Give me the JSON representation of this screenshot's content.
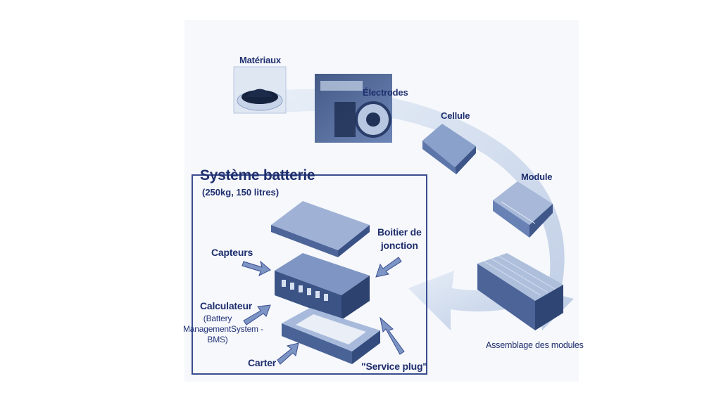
{
  "labels": {
    "materiaux": "Matériaux",
    "electrodes": "Électrodes",
    "cellule": "Cellule",
    "module": "Module",
    "assemblage": "Assemblage des modules",
    "systeme_title": "Système batterie",
    "systeme_sub": "(250kg, 150 litres)",
    "boitier_1": "Boitier de",
    "boitier_2": "jonction",
    "capteurs": "Capteurs",
    "calculateur": "Calculateur",
    "bms_1": "(Battery",
    "bms_2": "ManagementSystem -",
    "bms_3": "BMS)",
    "carter": "Carter",
    "service_plug": "\"Service plug\""
  },
  "colors": {
    "text": "#1f2f6e",
    "border": "#3a4d8f",
    "arrow": "#c9d6ea",
    "component": "#5a74a8"
  }
}
